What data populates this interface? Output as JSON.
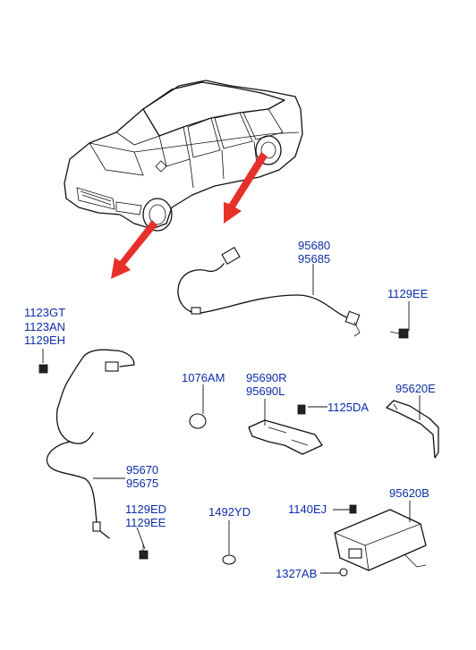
{
  "colors": {
    "label": "#0b2ea8",
    "arrow": "#e8302a",
    "line": "#111111"
  },
  "labels": {
    "sensor_rear_1": "95680",
    "sensor_rear_2": "95685",
    "bolt_rear": "1129EE",
    "bolt_set_1": "1123GT",
    "bolt_set_2": "1123AN",
    "bolt_set_3": "1129EH",
    "plug": "1076AM",
    "bracket_1": "95690R",
    "bracket_2": "95690L",
    "bolt_bracket": "1125DA",
    "bracket_module": "95620E",
    "sensor_front_1": "95670",
    "sensor_front_2": "95675",
    "bolt_front_1": "1129ED",
    "bolt_front_2": "1129EE",
    "grommet": "1492YD",
    "bolt_module": "1140EJ",
    "module": "95620B",
    "nut_module": "1327AB"
  }
}
